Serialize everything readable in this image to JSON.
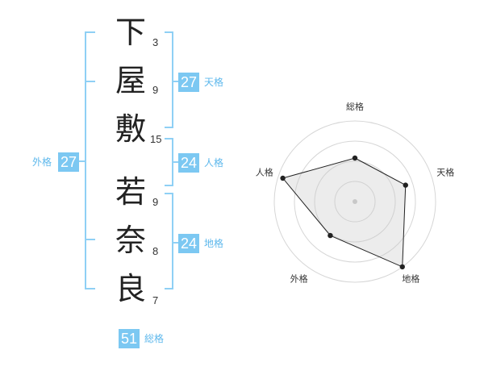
{
  "name": {
    "characters": [
      {
        "char": "下",
        "strokes": "3"
      },
      {
        "char": "屋",
        "strokes": "9"
      },
      {
        "char": "敷",
        "strokes": "15"
      },
      {
        "char": "若",
        "strokes": "9"
      },
      {
        "char": "奈",
        "strokes": "8"
      },
      {
        "char": "良",
        "strokes": "7"
      }
    ]
  },
  "fortunes": {
    "tenkaku": {
      "value": "27",
      "label": "天格"
    },
    "jinkaku": {
      "value": "24",
      "label": "人格"
    },
    "chikaku": {
      "value": "24",
      "label": "地格"
    },
    "gaikaku": {
      "value": "27",
      "label": "外格"
    },
    "soukaku": {
      "value": "51",
      "label": "総格"
    }
  },
  "colors": {
    "accent": "#7cc8f2",
    "accent_text": "#5eb8ec",
    "bracket": "#8fd0f5"
  },
  "chart_data": {
    "type": "radar",
    "axes": [
      "総格",
      "天格",
      "地格",
      "外格",
      "人格"
    ],
    "max": 5,
    "rings": 4,
    "values": [
      2.7,
      3.3,
      5.0,
      2.6,
      4.7
    ]
  }
}
